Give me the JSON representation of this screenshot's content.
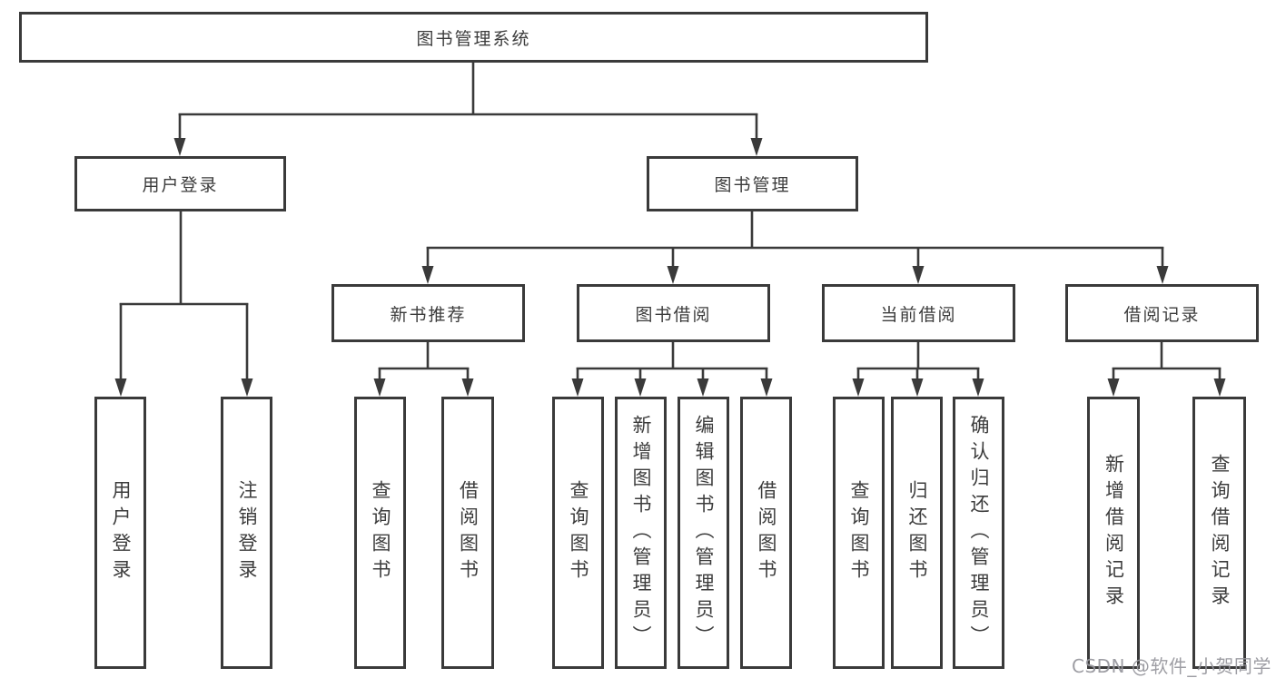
{
  "diagram": {
    "title": "图书管理系统",
    "root": {
      "label": "图书管理系统"
    },
    "level2": [
      {
        "label": "用户登录"
      },
      {
        "label": "图书管理"
      }
    ],
    "level3": [
      {
        "label": "新书推荐"
      },
      {
        "label": "图书借阅"
      },
      {
        "label": "当前借阅"
      },
      {
        "label": "借阅记录"
      }
    ],
    "leaves": {
      "user_login": [
        "用户登录",
        "注销登录"
      ],
      "new_book": [
        "查询图书",
        "借阅图书"
      ],
      "book_borrow": [
        "查询图书",
        "新增图书（管理员）",
        "编辑图书（管理员）",
        "借阅图书"
      ],
      "current_borrow": [
        "查询图书",
        "归还图书",
        "确认归还（管理员）"
      ],
      "borrow_record": [
        "新增借阅记录",
        "查询借阅记录"
      ]
    },
    "colors": {
      "line": "#3a3a3a",
      "box_border": "#3a3a3a",
      "text": "#3c3c3c",
      "background": "#ffffff",
      "watermark": "#96969c"
    }
  },
  "watermark": {
    "text": "CSDN @软件_小贺同学"
  }
}
